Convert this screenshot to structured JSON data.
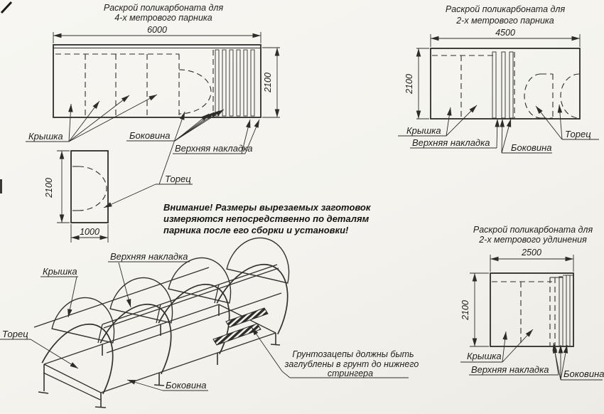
{
  "page": {
    "bg_color": "#f4f3ee",
    "ink_color": "#2e2c29"
  },
  "sheet6m": {
    "title1": "Раскрой поликарбоната для",
    "title2": "4-х метрового парника",
    "dim_width": "6000",
    "dim_height": "2100",
    "label_cover": "Крышка",
    "label_side": "Боковина",
    "label_top_overlay": "Верхняя накладка"
  },
  "end_piece": {
    "dim_height": "2100",
    "dim_width": "1000",
    "label_end": "Торец"
  },
  "sheet45m": {
    "title1": "Раскрой поликарбоната для",
    "title2": "2-х метрового парника",
    "dim_width": "4500",
    "dim_height": "2100",
    "label_cover": "Крышка",
    "label_top_overlay": "Верхняя накладка",
    "label_side": "Боковина",
    "label_end": "Торец"
  },
  "sheet25m": {
    "title1": "Раскрой поликарбоната для",
    "title2": "2-х метрового удлинения",
    "dim_width": "2500",
    "dim_height": "2100",
    "label_cover": "Крышка",
    "label_top_overlay": "Верхняя накладка",
    "label_side": "Боковина"
  },
  "attention": {
    "line1": "Внимание! Размеры вырезаемых заготовок",
    "line2": "измеряются непосредственно по деталям",
    "line3": "парника после его сборки и установки!"
  },
  "assembly": {
    "label_top_overlay": "Верхняя накладка",
    "label_cover": "Крышка",
    "label_end": "Торец",
    "label_side": "Боковина",
    "ground_note1": "Грунтозацепы должны быть",
    "ground_note2": "заглублены в грунт до нижнего",
    "ground_note3": "стрингера"
  }
}
